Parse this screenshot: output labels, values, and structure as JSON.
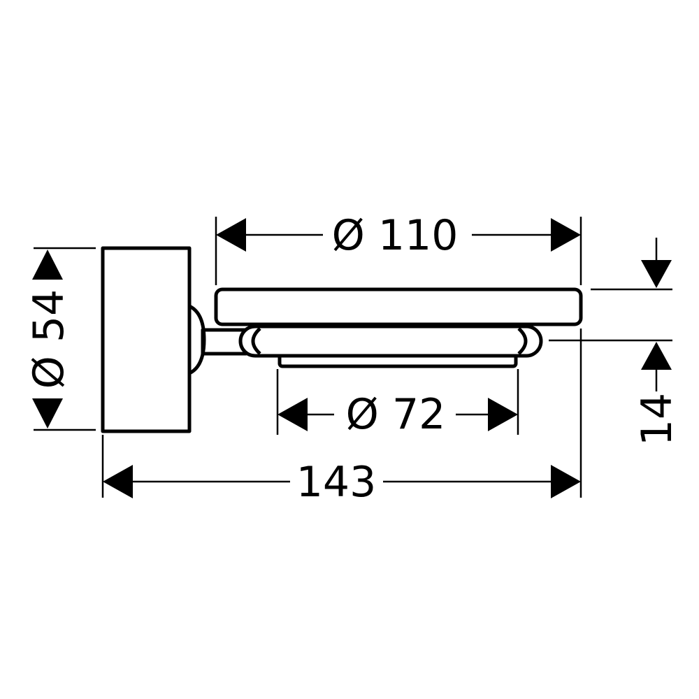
{
  "dimensions": {
    "tray_diameter": "Ø 110",
    "inner_diameter": "Ø 72",
    "overall_length": "143",
    "base_diameter": "Ø 54",
    "tray_height": "14"
  },
  "colors": {
    "line": "#000000",
    "background": "#ffffff"
  }
}
